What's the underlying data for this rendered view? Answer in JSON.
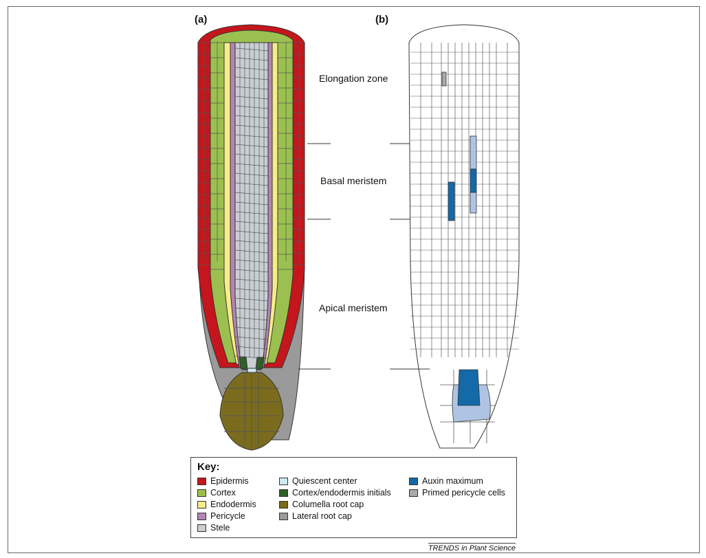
{
  "panels": {
    "a": "(a)",
    "b": "(b)"
  },
  "zones": {
    "elongation": "Elongation zone",
    "basal": "Basal meristem",
    "apical": "Apical meristem"
  },
  "key": {
    "title": "Key:",
    "items": [
      {
        "label": "Epidermis",
        "color": "#c4161c"
      },
      {
        "label": "Cortex",
        "color": "#9cc04f"
      },
      {
        "label": "Endodermis",
        "color": "#f7ec8a"
      },
      {
        "label": "Pericycle",
        "color": "#b385b3"
      },
      {
        "label": "Stele",
        "color": "#c9ced3"
      },
      {
        "label": "Quiescent center",
        "color": "#cfeaf2"
      },
      {
        "label": "Cortex/endodermis initials",
        "color": "#2f5f2a"
      },
      {
        "label": "Columella root cap",
        "color": "#7a6c1c"
      },
      {
        "label": "Lateral root cap",
        "color": "#9a9a9a"
      },
      {
        "label": "Auxin maximum",
        "color": "#1469a8"
      },
      {
        "label": "Primed pericycle cells",
        "color": "#a9a9a9"
      }
    ]
  },
  "colors": {
    "light_auxin": "#aec4e2",
    "cell_line": "#555555",
    "outline": "#333333"
  },
  "credit": "TRENDS in Plant Science"
}
